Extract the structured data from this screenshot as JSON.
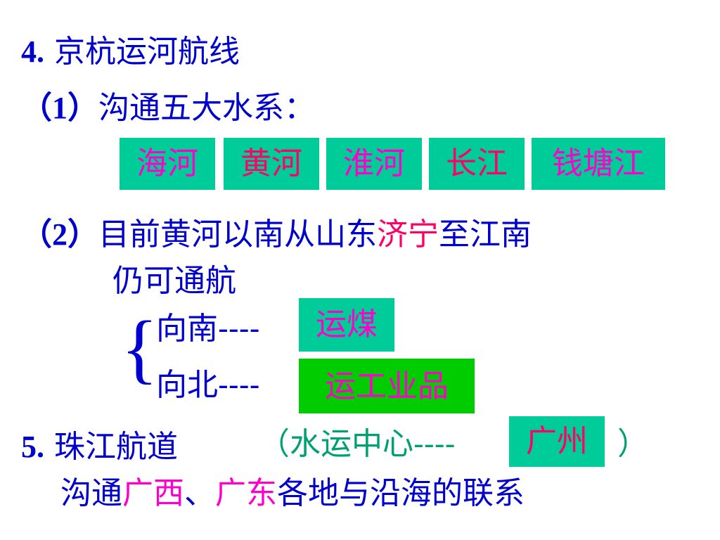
{
  "section4": {
    "number": "4.",
    "title": "京杭运河航线",
    "item1": {
      "label": "（1）",
      "text": "沟通五大水系：",
      "rivers": [
        "海河",
        "黄河",
        "淮河",
        "长江",
        "钱塘江"
      ]
    },
    "item2": {
      "label": "（2）",
      "text_before": "目前黄河以南从山东",
      "highlight": "济宁",
      "text_after": "至江南",
      "line2": "仍可通航",
      "south": {
        "direction": "向南----",
        "cargo": "运煤"
      },
      "north": {
        "direction": "向北----",
        "cargo": "运工业品"
      },
      "brace": "{"
    }
  },
  "section5": {
    "number": "5.",
    "title": "珠江航道",
    "center_open": "（水运中心----",
    "center_city": "广州",
    "center_close": "）",
    "line2": {
      "prefix": "沟通",
      "region1": "广西",
      "sep": "、",
      "region2": "广东",
      "suffix": "各地与沿海的联系"
    }
  },
  "colors": {
    "text": "#0000cc",
    "highlight": "#ff00cc",
    "accent_red": "#ff0066",
    "box_teal": "#00cc99",
    "box_green": "#00cc00",
    "teal_text": "#00a070"
  }
}
